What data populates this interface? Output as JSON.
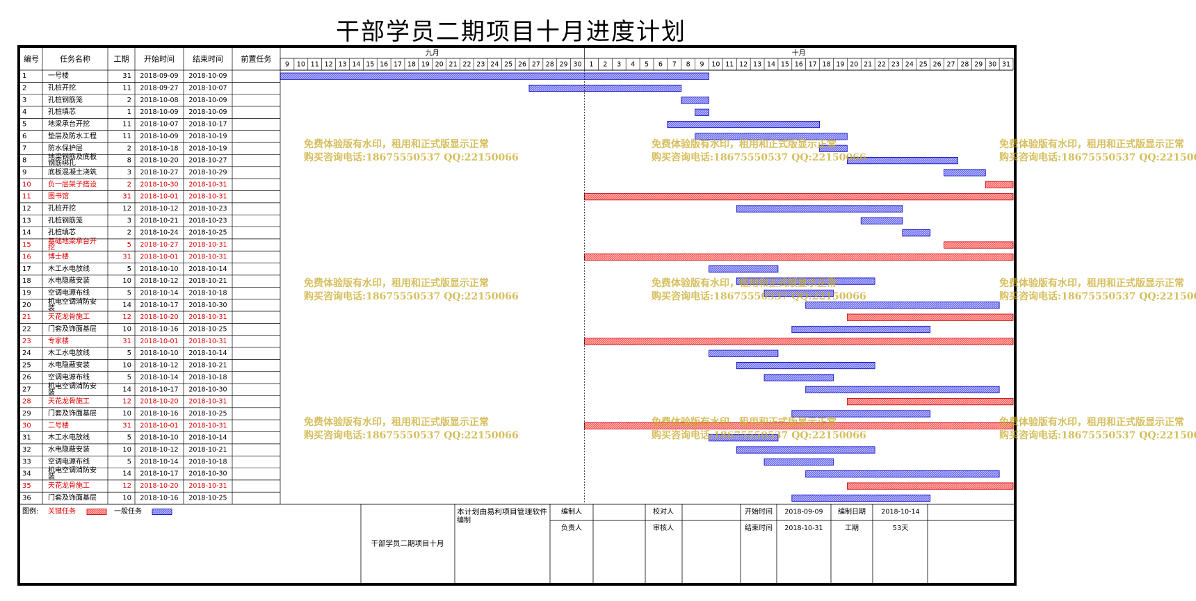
{
  "title": "干部学员二期项目十月进度计划",
  "colors": {
    "critical": "#ff6060",
    "normal": "#6c6cf0",
    "frame": "#000000",
    "critical_text": "#e00000"
  },
  "chart_data": {
    "type": "gantt",
    "columns": [
      "编号",
      "任务名称",
      "工期",
      "开始时间",
      "结束时间",
      "前置任务"
    ],
    "months": [
      {
        "label": "九月",
        "days": [
          9,
          10,
          11,
          12,
          13,
          14,
          15,
          16,
          17,
          18,
          19,
          20,
          21,
          22,
          23,
          24,
          25,
          26,
          27,
          28,
          29,
          30
        ]
      },
      {
        "label": "十月",
        "days": [
          1,
          2,
          3,
          4,
          5,
          6,
          7,
          8,
          9,
          10,
          11,
          12,
          13,
          14,
          15,
          16,
          17,
          18,
          19,
          20,
          21,
          22,
          23,
          24,
          25,
          26,
          27,
          28,
          29,
          30,
          31
        ]
      }
    ],
    "tasks": [
      {
        "id": "1",
        "name": "一号楼",
        "duration": "31",
        "start": "2018-09-09",
        "end": "2018-10-09",
        "critical": false
      },
      {
        "id": "2",
        "name": "孔桩开挖",
        "duration": "11",
        "start": "2018-09-27",
        "end": "2018-10-07",
        "critical": false
      },
      {
        "id": "3",
        "name": "孔桩钢筋笼",
        "duration": "2",
        "start": "2018-10-08",
        "end": "2018-10-09",
        "critical": false
      },
      {
        "id": "4",
        "name": "孔桩填芯",
        "duration": "1",
        "start": "2018-10-09",
        "end": "2018-10-09",
        "critical": false
      },
      {
        "id": "5",
        "name": "地梁承台开挖",
        "duration": "11",
        "start": "2018-10-07",
        "end": "2018-10-17",
        "critical": false
      },
      {
        "id": "6",
        "name": "垫层及防水工程",
        "duration": "11",
        "start": "2018-10-09",
        "end": "2018-10-19",
        "critical": false
      },
      {
        "id": "7",
        "name": "防水保护层",
        "duration": "2",
        "start": "2018-10-18",
        "end": "2018-10-19",
        "critical": false
      },
      {
        "id": "8",
        "name": "地梁钢筋及底板钢筋绑扎",
        "duration": "8",
        "start": "2018-10-20",
        "end": "2018-10-27",
        "critical": false
      },
      {
        "id": "9",
        "name": "底板混凝土浇筑",
        "duration": "3",
        "start": "2018-10-27",
        "end": "2018-10-29",
        "critical": false
      },
      {
        "id": "10",
        "name": "负一层架子搭设",
        "duration": "2",
        "start": "2018-10-30",
        "end": "2018-10-31",
        "critical": true
      },
      {
        "id": "11",
        "name": "图书馆",
        "duration": "31",
        "start": "2018-10-01",
        "end": "2018-10-31",
        "critical": true
      },
      {
        "id": "12",
        "name": "孔桩开挖",
        "duration": "12",
        "start": "2018-10-12",
        "end": "2018-10-23",
        "critical": false
      },
      {
        "id": "13",
        "name": "孔桩钢筋笼",
        "duration": "3",
        "start": "2018-10-21",
        "end": "2018-10-23",
        "critical": false
      },
      {
        "id": "14",
        "name": "孔桩填芯",
        "duration": "2",
        "start": "2018-10-24",
        "end": "2018-10-25",
        "critical": false
      },
      {
        "id": "15",
        "name": "基础地梁承台开挖",
        "duration": "5",
        "start": "2018-10-27",
        "end": "2018-10-31",
        "critical": true
      },
      {
        "id": "16",
        "name": "博士楼",
        "duration": "31",
        "start": "2018-10-01",
        "end": "2018-10-31",
        "critical": true
      },
      {
        "id": "17",
        "name": "木工水电放线",
        "duration": "5",
        "start": "2018-10-10",
        "end": "2018-10-14",
        "critical": false
      },
      {
        "id": "18",
        "name": "水电隐蔽安装",
        "duration": "10",
        "start": "2018-10-12",
        "end": "2018-10-21",
        "critical": false
      },
      {
        "id": "19",
        "name": "空调电源布线",
        "duration": "5",
        "start": "2018-10-14",
        "end": "2018-10-18",
        "critical": false
      },
      {
        "id": "20",
        "name": "机电空调消防安装",
        "duration": "14",
        "start": "2018-10-17",
        "end": "2018-10-30",
        "critical": false
      },
      {
        "id": "21",
        "name": "天花龙骨施工",
        "duration": "12",
        "start": "2018-10-20",
        "end": "2018-10-31",
        "critical": true
      },
      {
        "id": "22",
        "name": "门套及饰面基层",
        "duration": "10",
        "start": "2018-10-16",
        "end": "2018-10-25",
        "critical": false
      },
      {
        "id": "23",
        "name": "专家楼",
        "duration": "31",
        "start": "2018-10-01",
        "end": "2018-10-31",
        "critical": true
      },
      {
        "id": "24",
        "name": "木工水电放线",
        "duration": "5",
        "start": "2018-10-10",
        "end": "2018-10-14",
        "critical": false
      },
      {
        "id": "25",
        "name": "水电隐蔽安装",
        "duration": "10",
        "start": "2018-10-12",
        "end": "2018-10-21",
        "critical": false
      },
      {
        "id": "26",
        "name": "空调电源布线",
        "duration": "5",
        "start": "2018-10-14",
        "end": "2018-10-18",
        "critical": false
      },
      {
        "id": "27",
        "name": "机电空调消防安装",
        "duration": "14",
        "start": "2018-10-17",
        "end": "2018-10-30",
        "critical": false
      },
      {
        "id": "28",
        "name": "天花龙骨施工",
        "duration": "12",
        "start": "2018-10-20",
        "end": "2018-10-31",
        "critical": true
      },
      {
        "id": "29",
        "name": "门套及饰面基层",
        "duration": "10",
        "start": "2018-10-16",
        "end": "2018-10-25",
        "critical": false
      },
      {
        "id": "30",
        "name": "二号楼",
        "duration": "31",
        "start": "2018-10-01",
        "end": "2018-10-31",
        "critical": true
      },
      {
        "id": "31",
        "name": "木工水电放线",
        "duration": "5",
        "start": "2018-10-10",
        "end": "2018-10-14",
        "critical": false
      },
      {
        "id": "32",
        "name": "水电隐蔽安装",
        "duration": "10",
        "start": "2018-10-12",
        "end": "2018-10-21",
        "critical": false
      },
      {
        "id": "33",
        "name": "空调电源布线",
        "duration": "5",
        "start": "2018-10-14",
        "end": "2018-10-18",
        "critical": false
      },
      {
        "id": "34",
        "name": "机电空调消防安装",
        "duration": "14",
        "start": "2018-10-17",
        "end": "2018-10-30",
        "critical": false
      },
      {
        "id": "35",
        "name": "天花龙骨施工",
        "duration": "12",
        "start": "2018-10-20",
        "end": "2018-10-31",
        "critical": true
      },
      {
        "id": "36",
        "name": "门套及饰面基层",
        "duration": "10",
        "start": "2018-10-16",
        "end": "2018-10-25",
        "critical": false
      }
    ],
    "legend": {
      "label": "图例:",
      "critical": "关键任务",
      "normal": "一般任务"
    }
  },
  "footer": {
    "project_name": "干部学员二期项目十月",
    "note": "本计划由易利项目管理软件编制",
    "compiled_by_label": "编制人",
    "checked_by_label": "校对人",
    "responsible_label": "负责人",
    "reviewer_label": "审核人",
    "start_label": "开始时间",
    "start_value": "2018-09-09",
    "end_label": "结束时间",
    "end_value": "2018-10-31",
    "compile_date_label": "编制日期",
    "compile_date_value": "2018-10-14",
    "duration_label": "工期",
    "duration_value": "53天"
  },
  "watermark": {
    "line1": "免费体验版有水印，租用和正式版显示正常",
    "line2": "购买咨询电话:18675550537 QQ:22150066"
  }
}
